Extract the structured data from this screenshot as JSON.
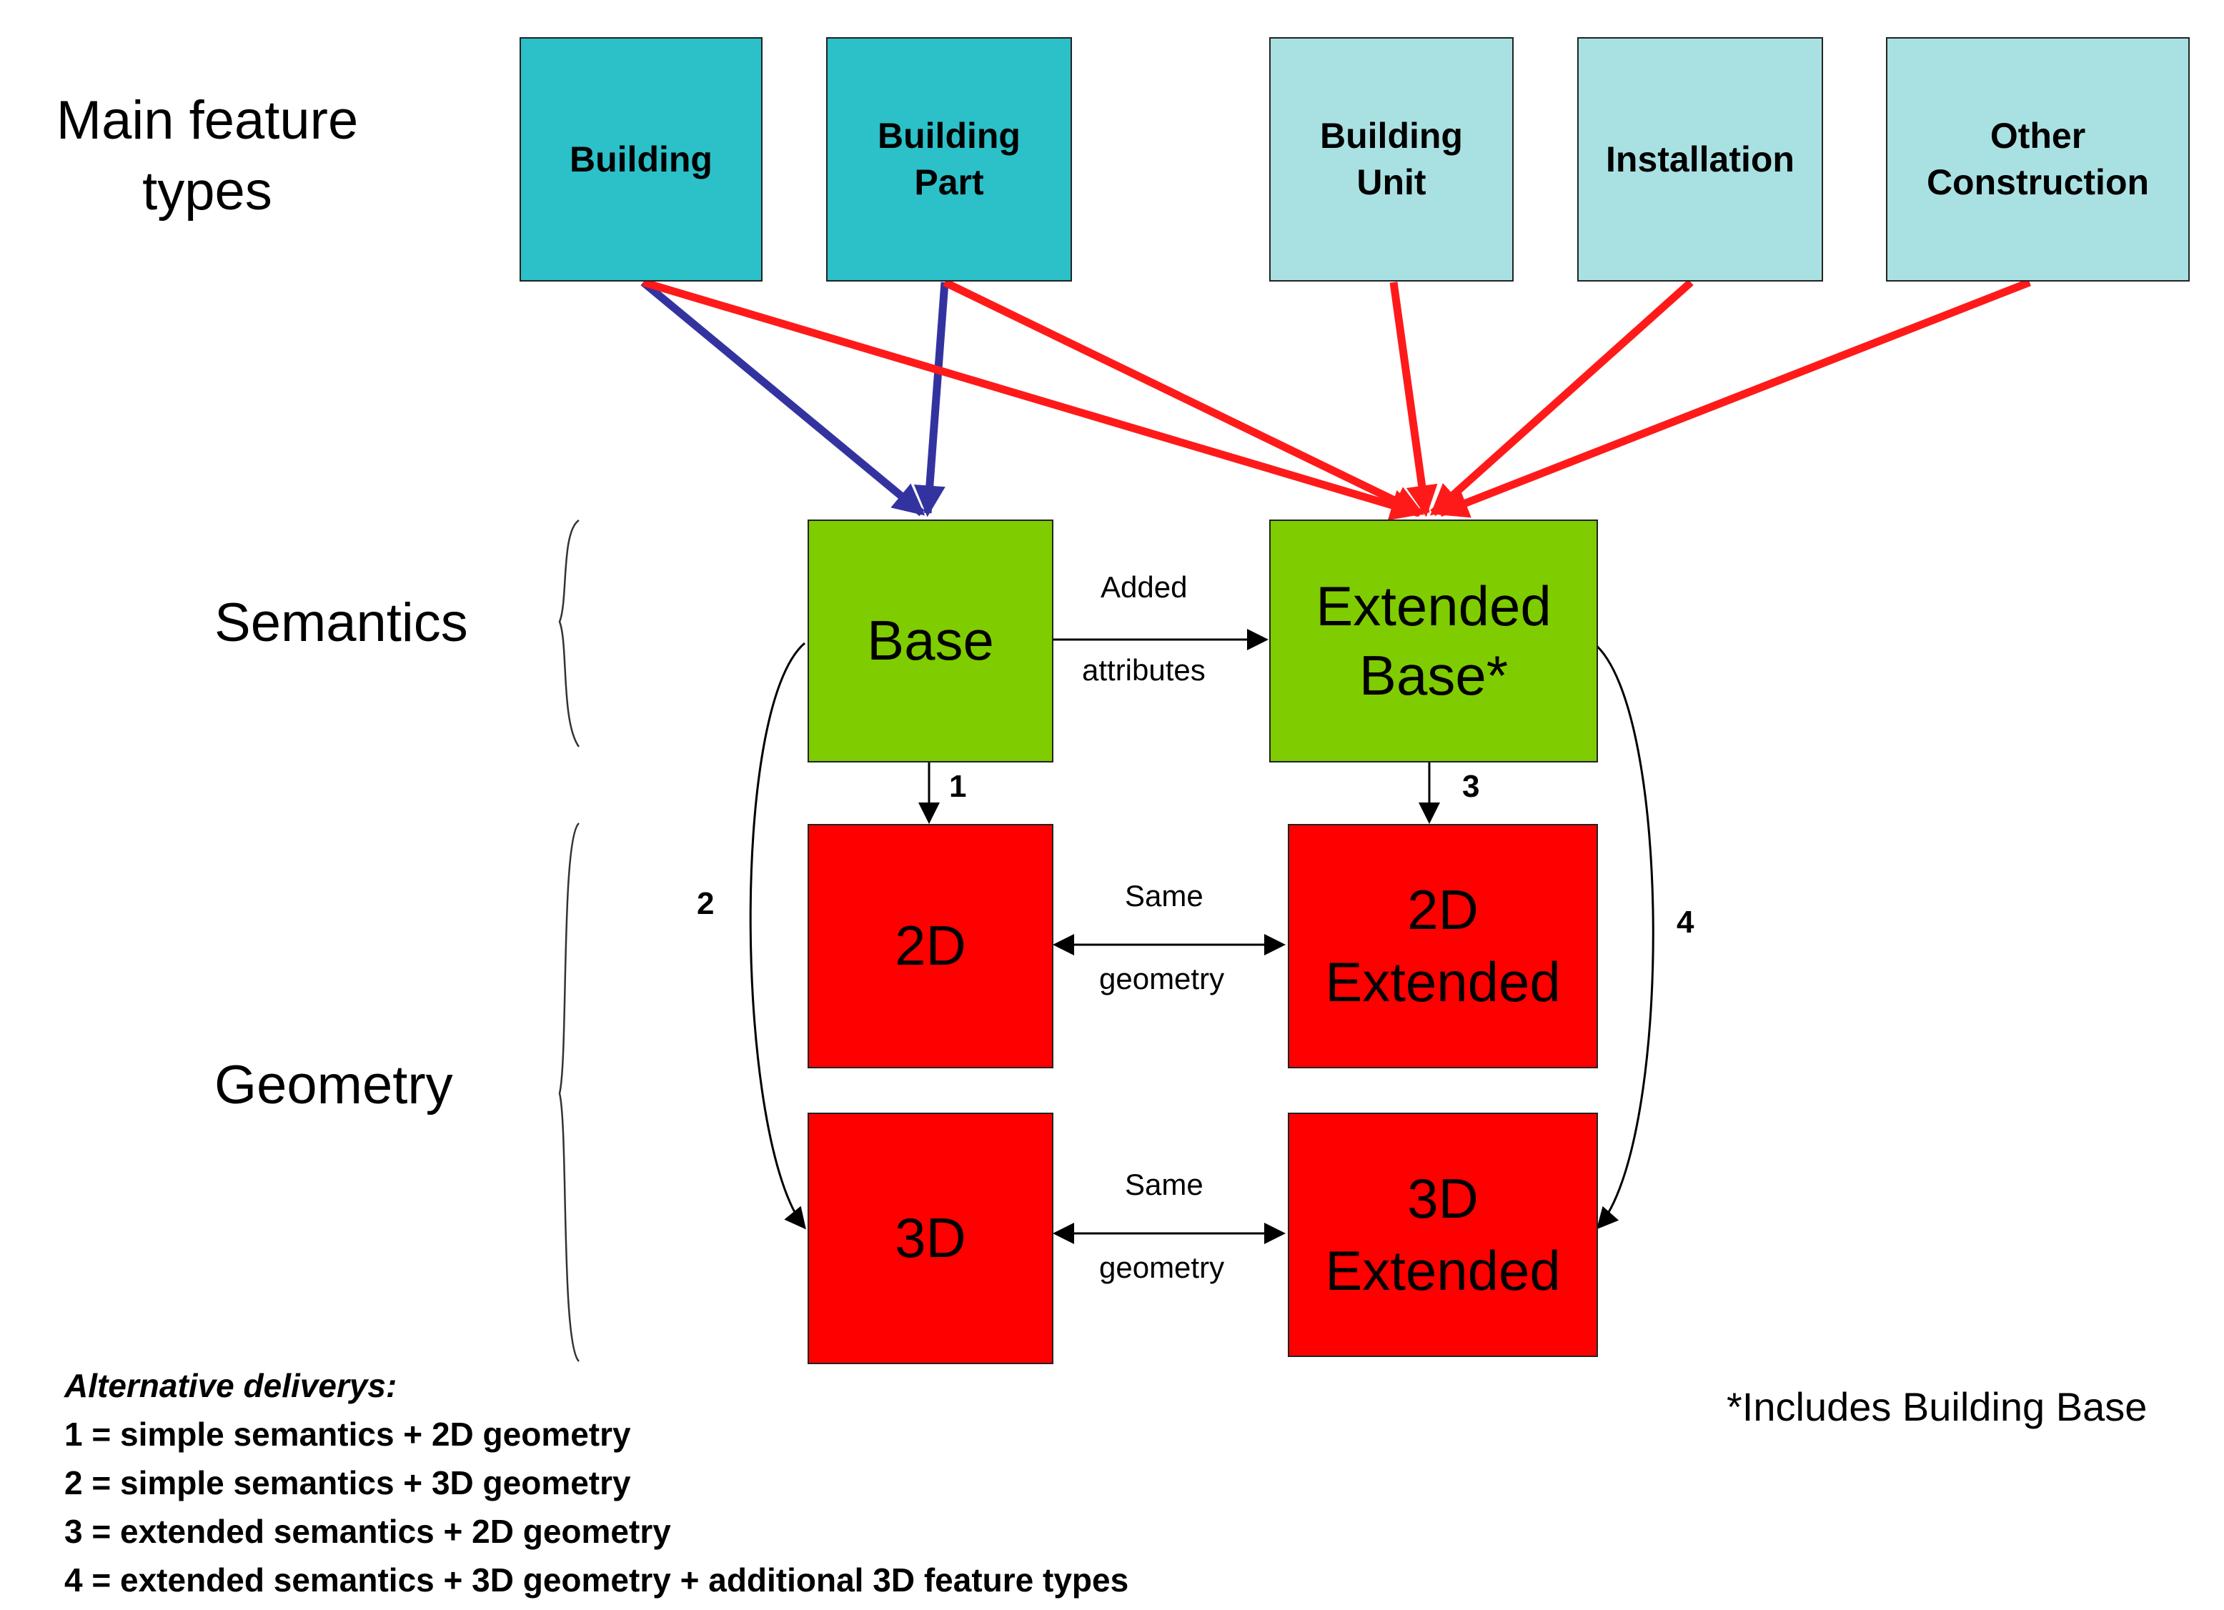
{
  "left_labels": {
    "main_feature_types": "Main feature types",
    "semantics": "Semantics",
    "geometry": "Geometry"
  },
  "feature_types": [
    {
      "label": "Building",
      "tone": "dark"
    },
    {
      "label": "Building Part",
      "tone": "dark"
    },
    {
      "label": "Building Unit",
      "tone": "light"
    },
    {
      "label": "Installation",
      "tone": "light"
    },
    {
      "label": "Other Construction",
      "tone": "light"
    }
  ],
  "semantics_boxes": {
    "base": "Base",
    "extended_base": "Extended Base*"
  },
  "geometry_boxes": {
    "d2": "2D",
    "d2_extended": "2D Extended",
    "d3": "3D",
    "d3_extended": "3D Extended"
  },
  "connectors": {
    "added": "Added",
    "attributes": "attributes",
    "same_1": "Same",
    "geometry_1": "geometry",
    "same_2": "Same",
    "geometry_2": "geometry",
    "n1": "1",
    "n2": "2",
    "n3": "3",
    "n4": "4"
  },
  "footnote": "*Includes Building Base",
  "legend": {
    "title": "Alternative deliverys:",
    "items": [
      "1 = simple semantics + 2D geometry",
      "2 = simple semantics + 3D geometry",
      "3 = extended semantics + 2D geometry",
      "4 = extended semantics + 3D geometry + additional 3D feature types"
    ]
  },
  "colors": {
    "feature_dark": "#2cc0c8",
    "feature_light": "#a9e1e3",
    "semantics": "#7fcc00",
    "geometry": "#ff0000",
    "arrow_blue": "#3333a0",
    "arrow_red": "#ff1a1a"
  }
}
